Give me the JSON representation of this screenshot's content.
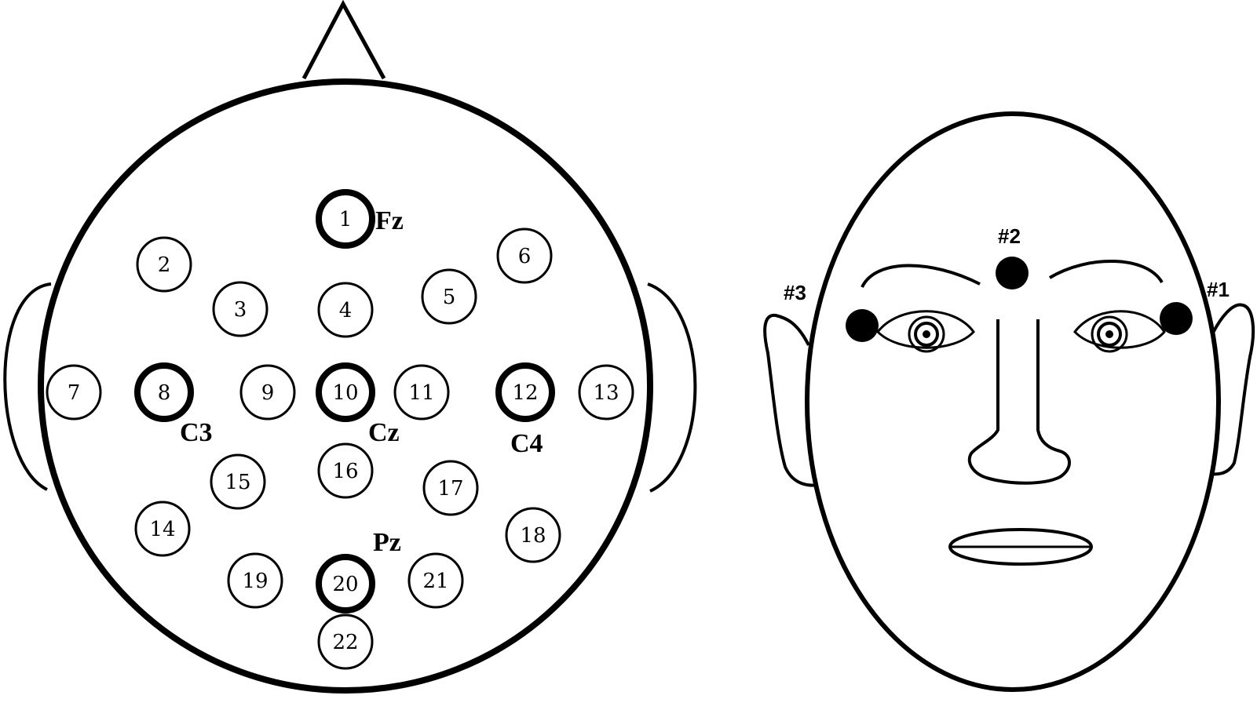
{
  "scalp_map": {
    "electrodes": [
      {
        "label": "1",
        "emphasis": true
      },
      {
        "label": "2",
        "emphasis": false
      },
      {
        "label": "3",
        "emphasis": false
      },
      {
        "label": "4",
        "emphasis": false
      },
      {
        "label": "5",
        "emphasis": false
      },
      {
        "label": "6",
        "emphasis": false
      },
      {
        "label": "7",
        "emphasis": false
      },
      {
        "label": "8",
        "emphasis": true
      },
      {
        "label": "9",
        "emphasis": false
      },
      {
        "label": "10",
        "emphasis": true
      },
      {
        "label": "11",
        "emphasis": false
      },
      {
        "label": "12",
        "emphasis": true
      },
      {
        "label": "13",
        "emphasis": false
      },
      {
        "label": "14",
        "emphasis": false
      },
      {
        "label": "15",
        "emphasis": false
      },
      {
        "label": "16",
        "emphasis": false
      },
      {
        "label": "17",
        "emphasis": false
      },
      {
        "label": "18",
        "emphasis": false
      },
      {
        "label": "19",
        "emphasis": false
      },
      {
        "label": "20",
        "emphasis": true
      },
      {
        "label": "21",
        "emphasis": false
      },
      {
        "label": "22",
        "emphasis": false
      }
    ],
    "site_labels": {
      "fz": "Fz",
      "c3": "C3",
      "cz": "Cz",
      "c4": "C4",
      "pz": "Pz"
    }
  },
  "face": {
    "markers": {
      "m1": "#1",
      "m2": "#2",
      "m3": "#3"
    }
  },
  "colors": {
    "stroke": "#000000",
    "background": "#ffffff"
  }
}
